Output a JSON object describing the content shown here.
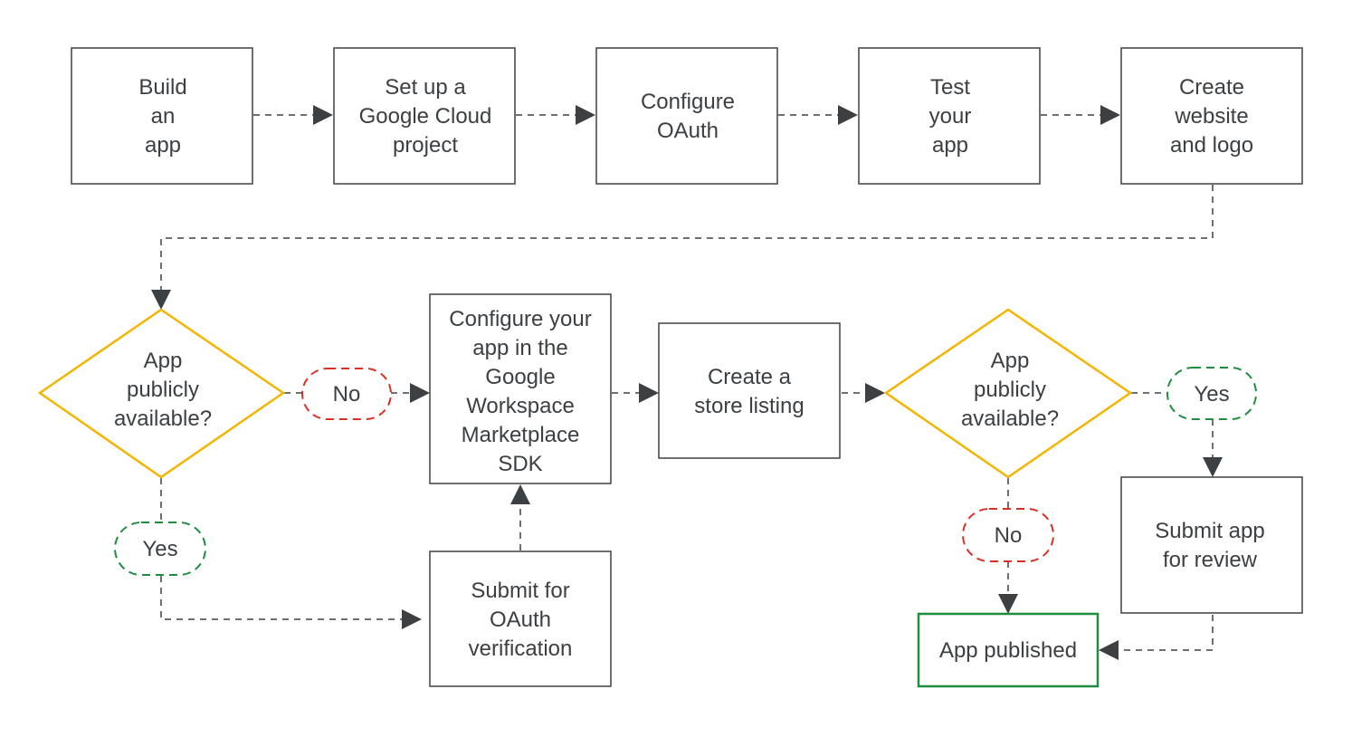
{
  "nodes": {
    "build_app": [
      "Build",
      "an",
      "app"
    ],
    "setup_project": [
      "Set up a",
      "Google Cloud",
      "project"
    ],
    "configure_oauth": [
      "Configure",
      "OAuth"
    ],
    "test_app": [
      "Test",
      "your",
      "app"
    ],
    "create_website": [
      "Create",
      "website",
      "and logo"
    ],
    "decision_1": [
      "App",
      "publicly",
      "available?"
    ],
    "configure_sdk": [
      "Configure your",
      "app in the",
      "Google",
      "Workspace",
      "Marketplace",
      "SDK"
    ],
    "store_listing": [
      "Create a",
      "store listing"
    ],
    "decision_2": [
      "App",
      "publicly",
      "available?"
    ],
    "submit_oauth": [
      "Submit for",
      "OAuth",
      "verification"
    ],
    "submit_review": [
      "Submit app",
      "for review"
    ],
    "app_published": [
      "App published"
    ]
  },
  "branch_labels": {
    "d1_no": "No",
    "d1_yes": "Yes",
    "d2_no": "No",
    "d2_yes": "Yes"
  },
  "colors": {
    "stroke": "#3c4043",
    "diamond": "#f4b400",
    "no": "#d93025",
    "yes": "#1e8e3e"
  }
}
